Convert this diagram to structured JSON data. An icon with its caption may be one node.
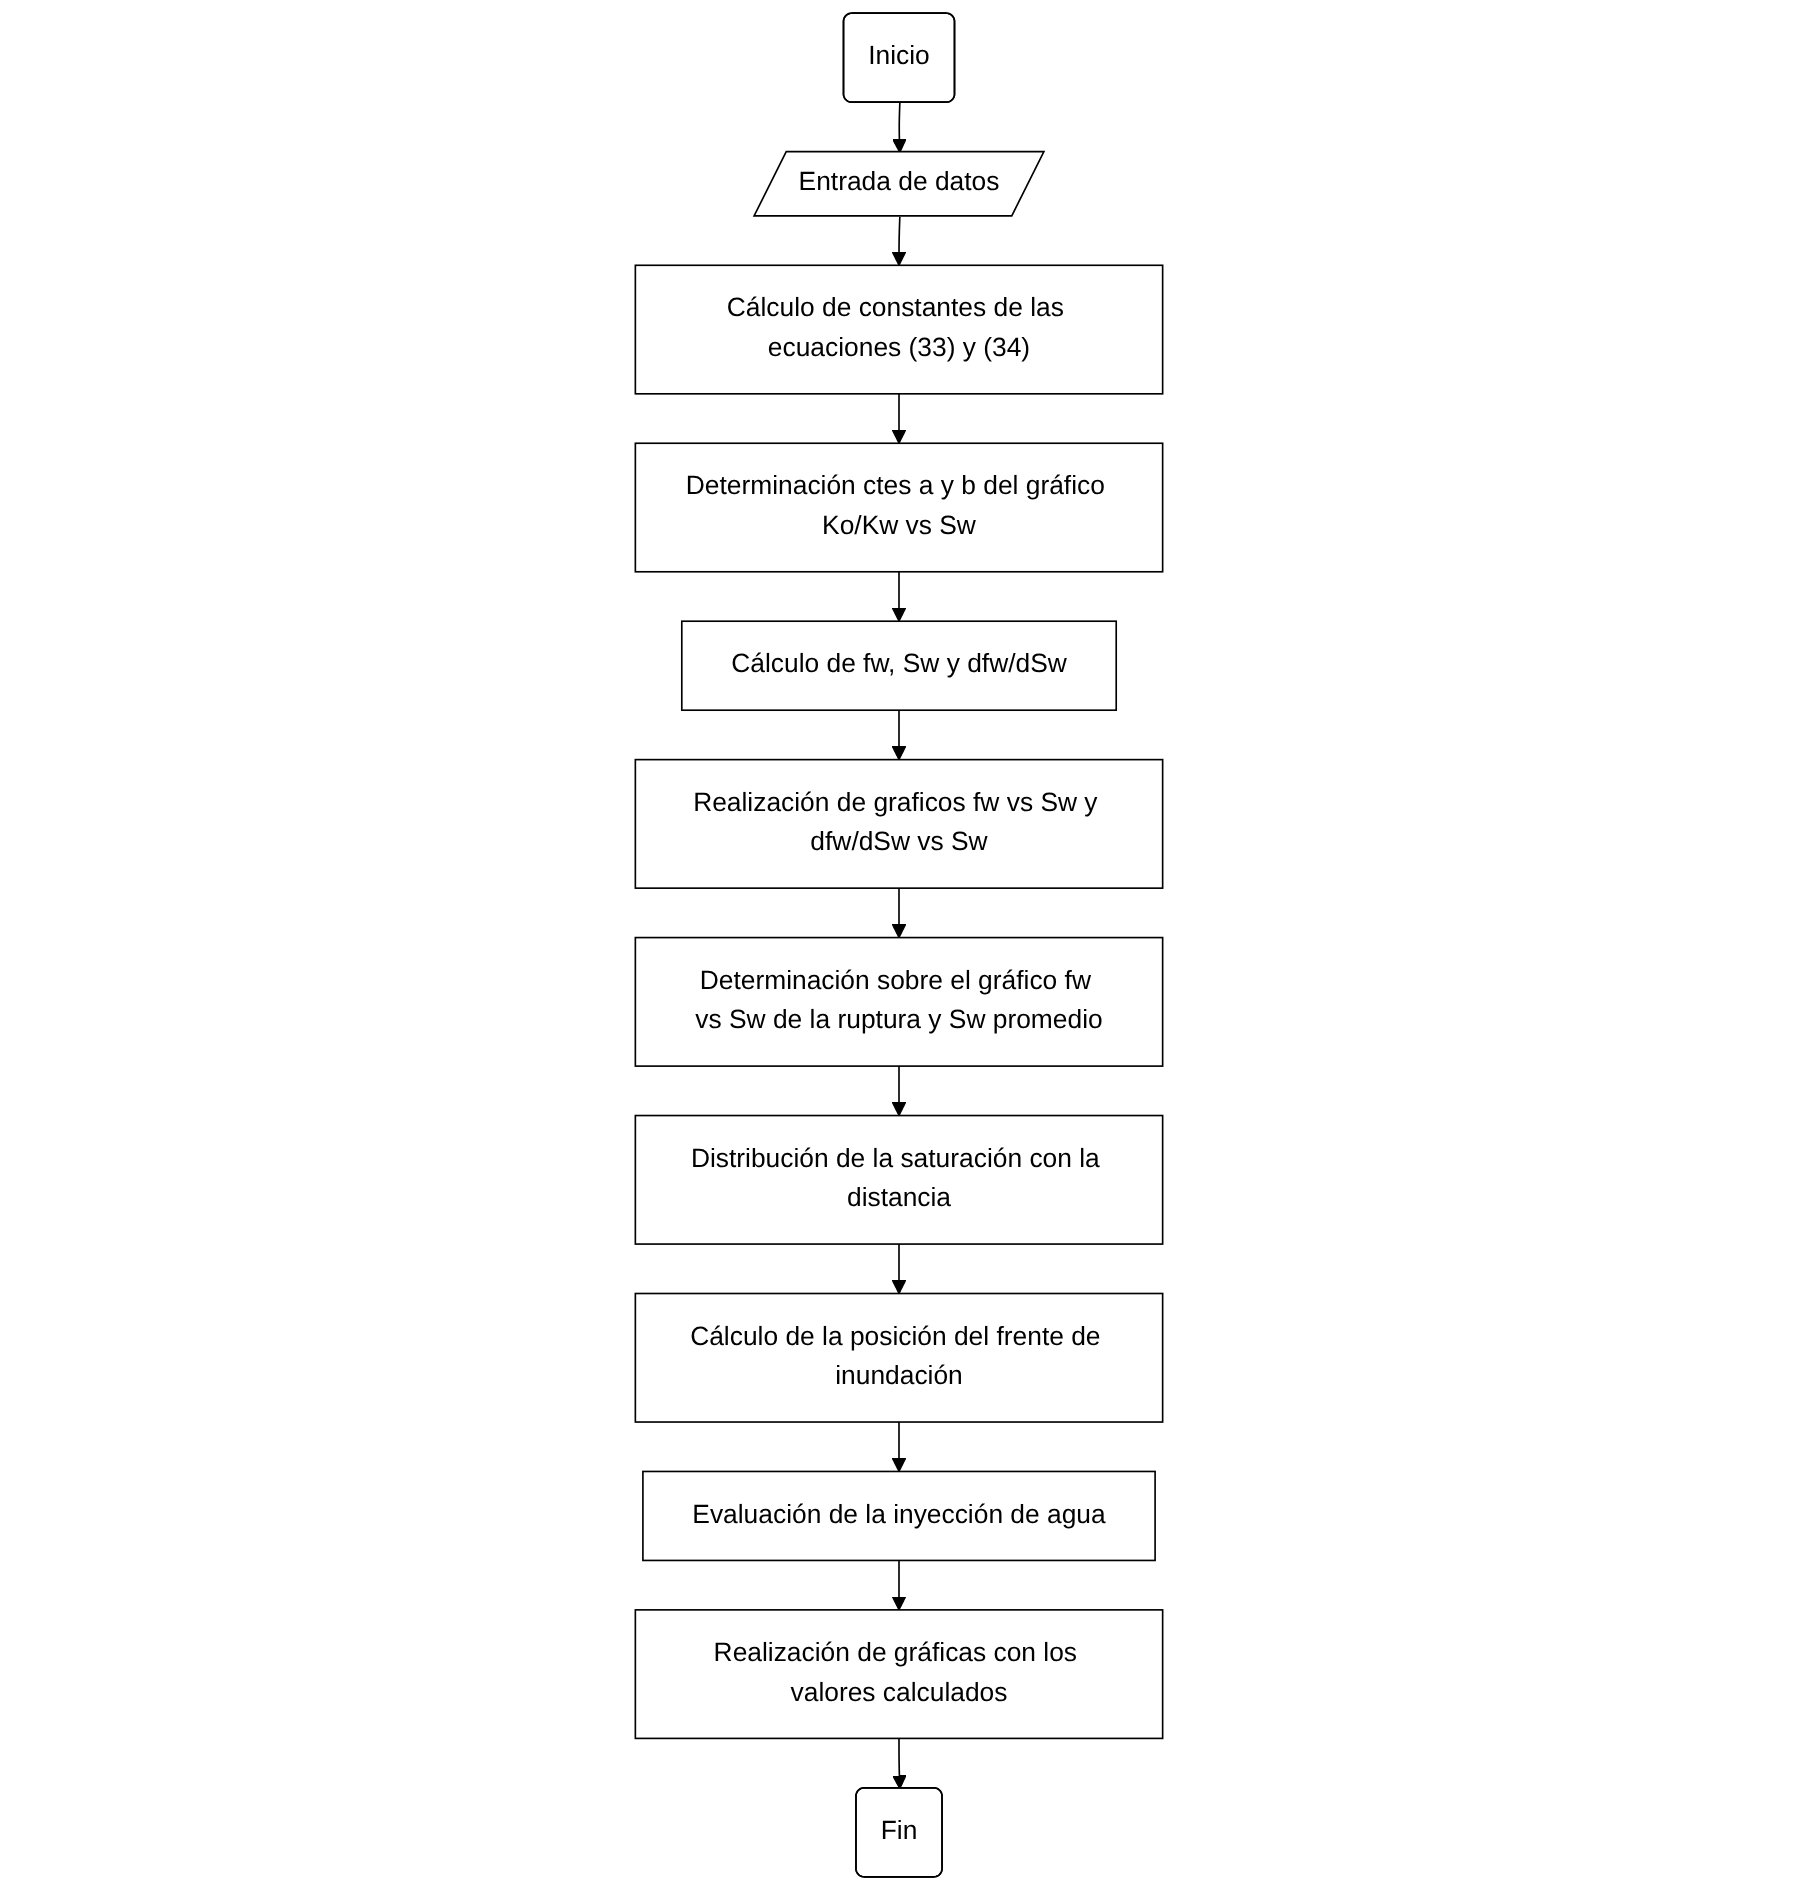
{
  "diagram": {
    "nodes": [
      {
        "text": [
          "Inicio"
        ]
      },
      {
        "text": [
          "Entrada de datos"
        ]
      },
      {
        "text": [
          "Cálculo de constantes de las ecuaciones (33) y (34)"
        ]
      },
      {
        "text": [
          "Determinación ctes a y b del gráfico Ko/Kw vs Sw"
        ]
      },
      {
        "text": [
          "Cálculo de fw, Sw y dfw/dSw"
        ]
      },
      {
        "text": [
          "Realización de graficos fw vs Sw y dfw/dSw vs Sw"
        ]
      },
      {
        "text": [
          "Determinación sobre el gráfico fw vs Sw de la ruptura y Sw promedio"
        ]
      },
      {
        "text": [
          "Distribución de la saturación con la distancia"
        ]
      },
      {
        "text": [
          "Cálculo de la posición del frente de inundación"
        ]
      },
      {
        "text": [
          "Evaluación de la inyección de agua"
        ]
      },
      {
        "text": [
          "Realización de gráficas con los valores calculados"
        ]
      },
      {
        "text": [
          "Fin"
        ]
      }
    ],
    "edges": [
      {
        "from": 0,
        "to": 1,
        "arrow": "to"
      },
      {
        "from": 1,
        "to": 2,
        "arrow": "to"
      },
      {
        "from": 2,
        "to": 3,
        "arrow": "to"
      },
      {
        "from": 3,
        "to": 4,
        "arrow": "to"
      },
      {
        "from": 4,
        "to": 5,
        "arrow": "to"
      },
      {
        "from": 5,
        "to": 6,
        "arrow": "to"
      },
      {
        "from": 6,
        "to": 7,
        "arrow": "to"
      },
      {
        "from": 7,
        "to": 8,
        "arrow": "to"
      },
      {
        "from": 8,
        "to": 9,
        "arrow": "to"
      },
      {
        "from": 9,
        "to": 10,
        "arrow": "to"
      },
      {
        "from": 10,
        "to": 11,
        "arrow": "to"
      }
    ]
  }
}
